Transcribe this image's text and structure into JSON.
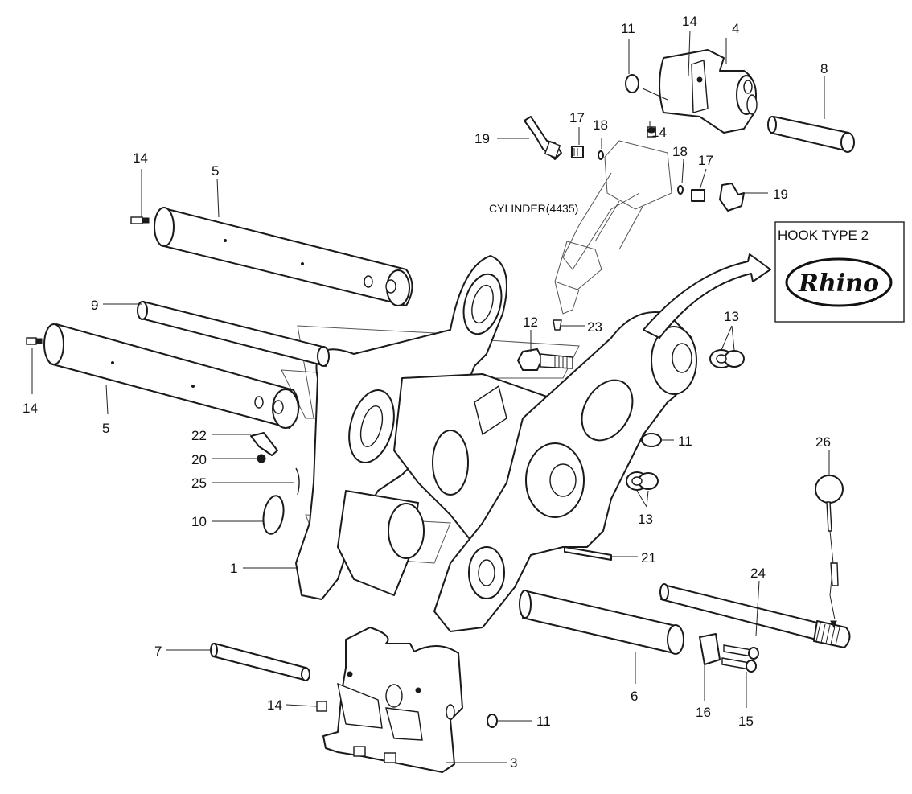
{
  "cylinder_label": "CYLINDER(4435)",
  "hook_box": {
    "title": "HOOK TYPE 2",
    "logo": "Rhino"
  },
  "callouts": [
    {
      "id": "c11a",
      "text": "11"
    },
    {
      "id": "c14a",
      "text": "14"
    },
    {
      "id": "c4",
      "text": "4"
    },
    {
      "id": "c8",
      "text": "8"
    },
    {
      "id": "c19a",
      "text": "19"
    },
    {
      "id": "c17a",
      "text": "17"
    },
    {
      "id": "c18a",
      "text": "18"
    },
    {
      "id": "c14b",
      "text": "14"
    },
    {
      "id": "c18b",
      "text": "18"
    },
    {
      "id": "c17b",
      "text": "17"
    },
    {
      "id": "c19b",
      "text": "19"
    },
    {
      "id": "c14c",
      "text": "14"
    },
    {
      "id": "c5a",
      "text": "5"
    },
    {
      "id": "c9",
      "text": "9"
    },
    {
      "id": "c14d",
      "text": "14"
    },
    {
      "id": "c5b",
      "text": "5"
    },
    {
      "id": "c12",
      "text": "12"
    },
    {
      "id": "c23",
      "text": "23"
    },
    {
      "id": "c13a",
      "text": "13"
    },
    {
      "id": "c11b",
      "text": "11"
    },
    {
      "id": "c22",
      "text": "22"
    },
    {
      "id": "c20",
      "text": "20"
    },
    {
      "id": "c25",
      "text": "25"
    },
    {
      "id": "c26",
      "text": "26"
    },
    {
      "id": "c10",
      "text": "10"
    },
    {
      "id": "c13b",
      "text": "13"
    },
    {
      "id": "c21",
      "text": "21"
    },
    {
      "id": "c1",
      "text": "1"
    },
    {
      "id": "c24",
      "text": "24"
    },
    {
      "id": "c7",
      "text": "7"
    },
    {
      "id": "c14e",
      "text": "14"
    },
    {
      "id": "c11c",
      "text": "11"
    },
    {
      "id": "c6",
      "text": "6"
    },
    {
      "id": "c16",
      "text": "16"
    },
    {
      "id": "c15",
      "text": "15"
    },
    {
      "id": "c3",
      "text": "3"
    }
  ]
}
